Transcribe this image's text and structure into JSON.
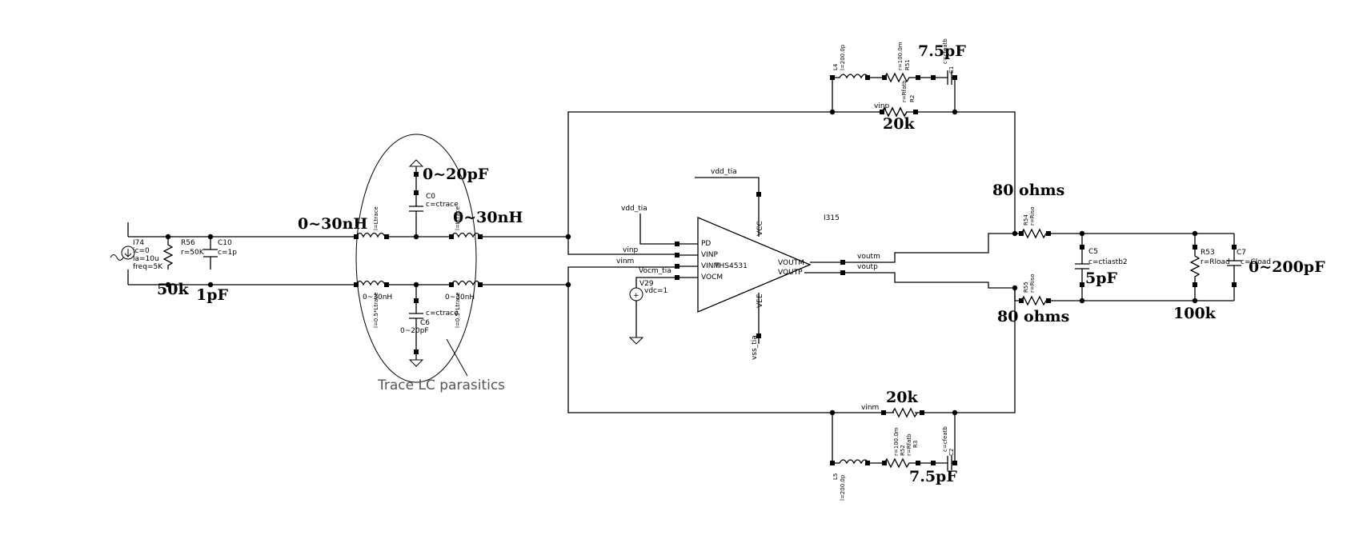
{
  "labels": {
    "l_upper": "0~30nH",
    "l_upper2": "0~30nH",
    "c_ctrace": "0~20pF",
    "r_in": "50k",
    "c_in": "1pF",
    "r_iso_top": "80 ohms",
    "r_iso_bot": "80 ohms",
    "c_fb_top": "7.5pF",
    "c_fb_bot": "7.5pF",
    "r_fb_top": "20k",
    "r_fb_bot": "20k",
    "c_load_diff": "5pF",
    "r_load": "100k",
    "c_load": "0~200pF",
    "note": "Trace LC parasitics"
  },
  "nets": {
    "vdd1": "vdd_tia",
    "vdd2": "vdd_tia",
    "vinp": "vinp",
    "vinm": "vinm",
    "vocm": "Vocm_tia",
    "voutm": "voutm",
    "voutp": "voutp",
    "vinp_fb": "vinp",
    "vinm_fb": "vinm",
    "vss": "vss_tia",
    "inst": "I315"
  },
  "opamp": {
    "name": "THS4531",
    "pd": "PD",
    "vinp": "VINP",
    "vinm": "VINM",
    "vocm": "VOCM",
    "voutm": "VOUTM",
    "voutp": "VOUTP",
    "vcc": "VCC",
    "vee": "VEE"
  },
  "params": {
    "i74_name": "I74",
    "i74_l1": "ic=0",
    "i74_l2": "la=10u",
    "i74_l3": "freq=5K",
    "r56_name": "R56",
    "r56_val": "r=50K",
    "c10_name": "C10",
    "c10_val": "c=1p",
    "c0_name": "C0",
    "c0_val": "c=ctrace",
    "c6_name": "C6",
    "c6_val": "c=ctrace",
    "l_tl": "l=Ltrace",
    "l_tr": "l=Ltrace",
    "l_bl": "l=0.5*Ltrace",
    "l_br": "l=0.5*Ltrace",
    "v29_name": "V29",
    "v29_val": "vdc=1",
    "l4_name": "L4",
    "l4_val": "l=200.0p",
    "l5_name": "L5",
    "l5_val": "l=200.0p",
    "r51_name": "R51",
    "r51_val": "r=100.0m",
    "r52_name": "R52",
    "r52_val": "r=100.0m",
    "c1_name": "C1",
    "c1_val": "c=cfeatb",
    "c2_name": "C2",
    "c2_val": "c=cfeatb",
    "r2_name": "R2",
    "r2_val": "r=Rfatb",
    "r3_name": "R3",
    "r3_val": "r=Rfatb",
    "r54_name": "R54",
    "r54_val": "r=Riso",
    "r55_name": "R55",
    "r55_val": "r=Riso",
    "c5_name": "C5",
    "c5_val": "c=ctiastb2",
    "r53_name": "R53",
    "r53_val": "r=Rload",
    "c7_name": "C7",
    "c7_val": "c=Cload"
  }
}
